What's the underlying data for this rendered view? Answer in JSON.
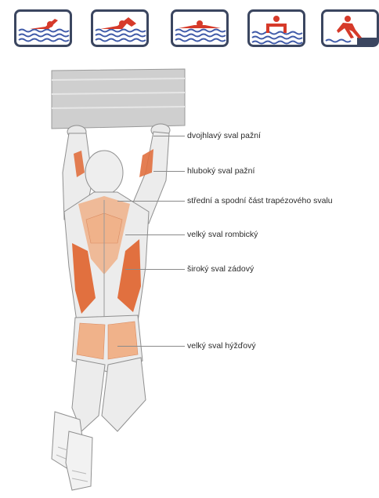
{
  "icons": [
    {
      "name": "freestyle-swimmer-icon"
    },
    {
      "name": "butterfly-swimmer-icon"
    },
    {
      "name": "breaststroke-swimmer-icon"
    },
    {
      "name": "pool-exit-swimmer-icon"
    },
    {
      "name": "start-dive-swimmer-icon"
    }
  ],
  "colors": {
    "icon_border": "#3b4660",
    "icon_red": "#d63a2a",
    "icon_wave": "#3f5aa8",
    "muscle_dark": "#e1703f",
    "muscle_light": "#f0b28a",
    "bar": "#c9c9c9"
  },
  "labels": [
    {
      "text": "dvojhlavý sval pažní"
    },
    {
      "text": "hluboký sval pažní"
    },
    {
      "text": "střední a spodní část trapézového svalu"
    },
    {
      "text": "velký sval rombický"
    },
    {
      "text": "široký sval zádový"
    },
    {
      "text": "velký sval hýžďový"
    }
  ]
}
